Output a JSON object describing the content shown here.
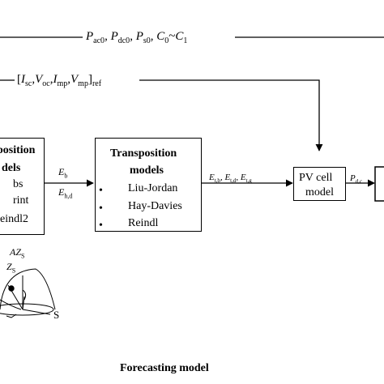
{
  "top_params": {
    "p_ac0": "P",
    "p_ac0_sub": "ac0",
    "sep1": ", ",
    "p_dc0": "P",
    "p_dc0_sub": "dc0",
    "sep2": ", ",
    "p_s0": "P",
    "p_s0_sub": "s0",
    "sep3": ", ",
    "c0": "C",
    "c0_sub": "0",
    "tilde": "~",
    "c1": "C",
    "c1_sub": "1"
  },
  "ref_params": {
    "open": "[",
    "isc": "I",
    "isc_sub": "sc",
    "c1": ",",
    "voc": "V",
    "voc_sub": "oc",
    "c2": ",",
    "imp": "I",
    "imp_sub": "mp",
    "c3": ",",
    "vmp": "V",
    "vmp_sub": "mp",
    "close": "]",
    "ref_sub": "ref"
  },
  "decomposition_box": {
    "title_line1": "position",
    "title_line2": "dels",
    "items": [
      "bs",
      "rint",
      "eindl2"
    ]
  },
  "decomp_outputs": {
    "eb": "E",
    "eb_sub": "b",
    "ehd": "E",
    "ehd_sub": "h,d"
  },
  "transposition_box": {
    "title_line1": "Transposition",
    "title_line2": "models",
    "items": [
      "Liu-Jordan",
      "Hay-Davies",
      "Reindl"
    ],
    "bullet": "•"
  },
  "trans_outputs": {
    "etb": "E",
    "etb_sub": "t,b",
    "s1": ", ",
    "etd": "E",
    "etd_sub": "t,d",
    "s2": ", ",
    "etg": "E",
    "etg_sub": "t,g"
  },
  "pv_box": {
    "line1": "PV cell",
    "line2": "model"
  },
  "pv_output": {
    "p": "P",
    "p_sub": "d,c"
  },
  "sun_geometry": {
    "az": "AZ",
    "az_sub": "S",
    "z": "Z",
    "z_sub": "S",
    "s": "S"
  },
  "caption": "Forecasting model"
}
